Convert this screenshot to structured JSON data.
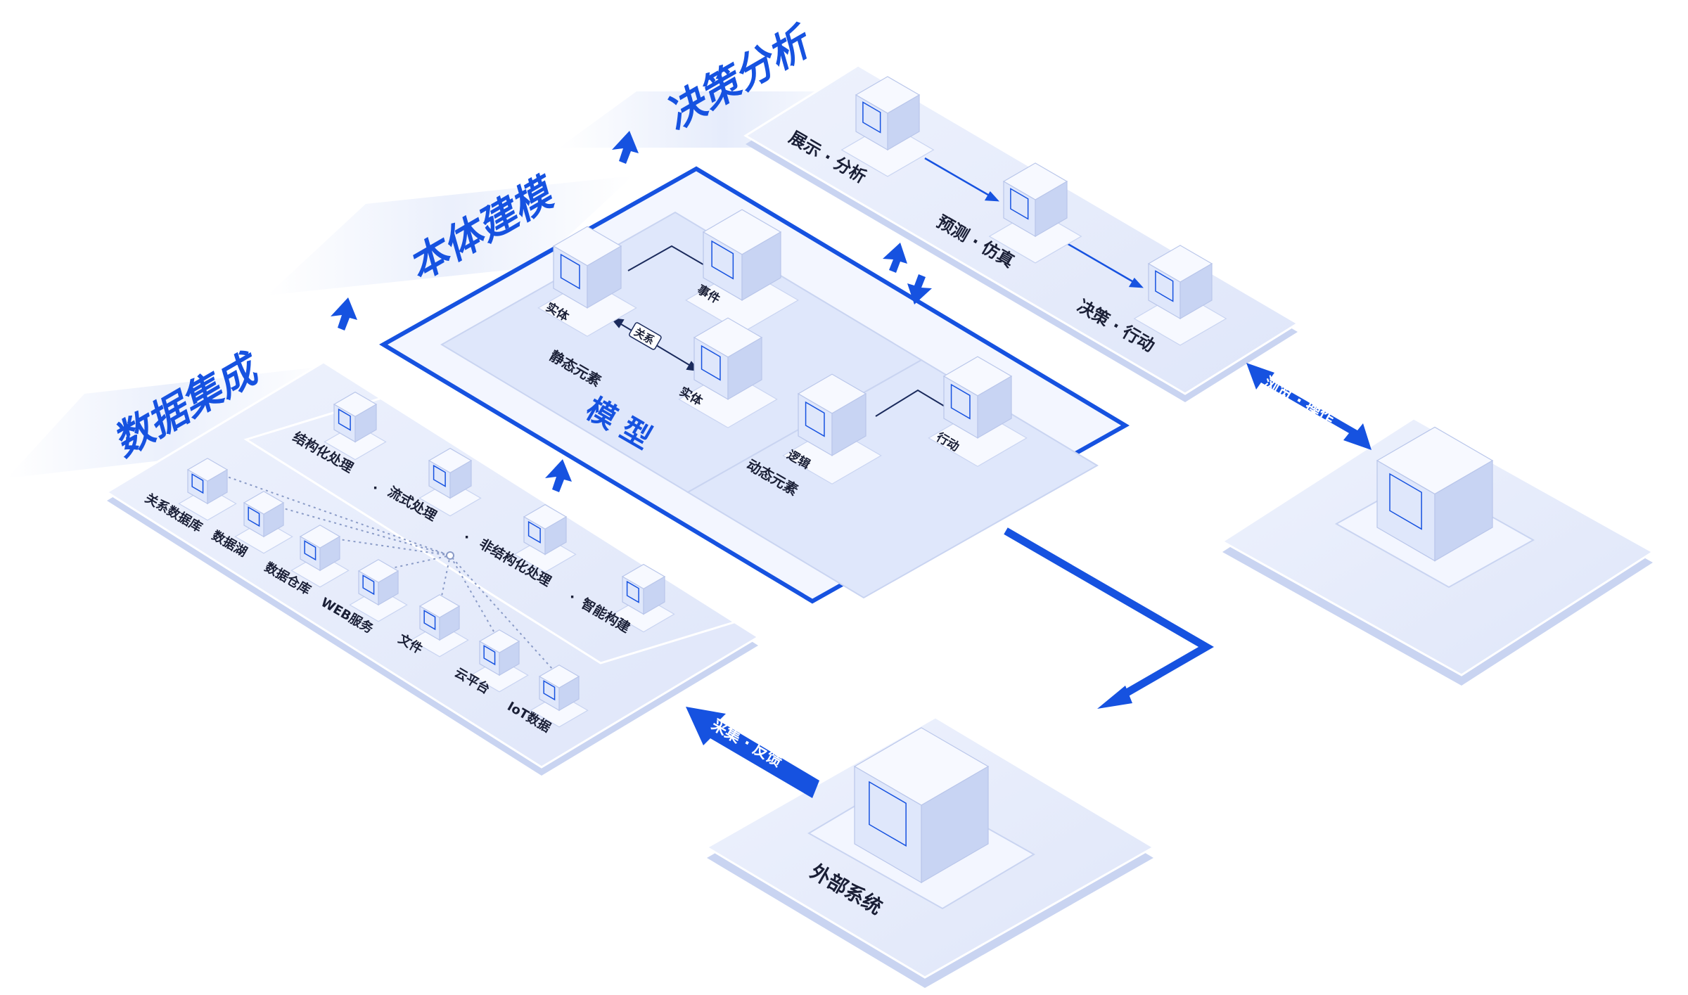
{
  "headers": {
    "data_integration": "数据集成",
    "ontology_modeling": "本体建模",
    "decision_analysis": "决策分析"
  },
  "data_sources": [
    "关系数据库",
    "数据湖",
    "数据仓库",
    "WEB服务",
    "文件",
    "云平台",
    "IoT数据"
  ],
  "processing": [
    "结构化处理",
    "流式处理",
    "非结构化处理",
    "智能构建"
  ],
  "model": {
    "title": "模  型",
    "static_group": "静态元素",
    "dynamic_group": "动态元素",
    "entity_1": "实体",
    "entity_2": "实体",
    "event": "事件",
    "relation_tag": "关系",
    "logic": "逻辑",
    "action": "行动"
  },
  "decision_steps": [
    "展示 · 分析",
    "预测 · 仿真",
    "决策 · 行动"
  ],
  "flows": {
    "browse_operate": "浏览 · 操作",
    "collect_feedback": "采集 · 反馈"
  },
  "external_system": "外部系统",
  "colors": {
    "accent": "#1652e0",
    "platform": "#e6ecfb",
    "platform_edge": "#c9d4f1",
    "cube_top": "#f7f9ff",
    "cube_left": "#dfe7fb",
    "cube_right": "#c8d4f3"
  }
}
